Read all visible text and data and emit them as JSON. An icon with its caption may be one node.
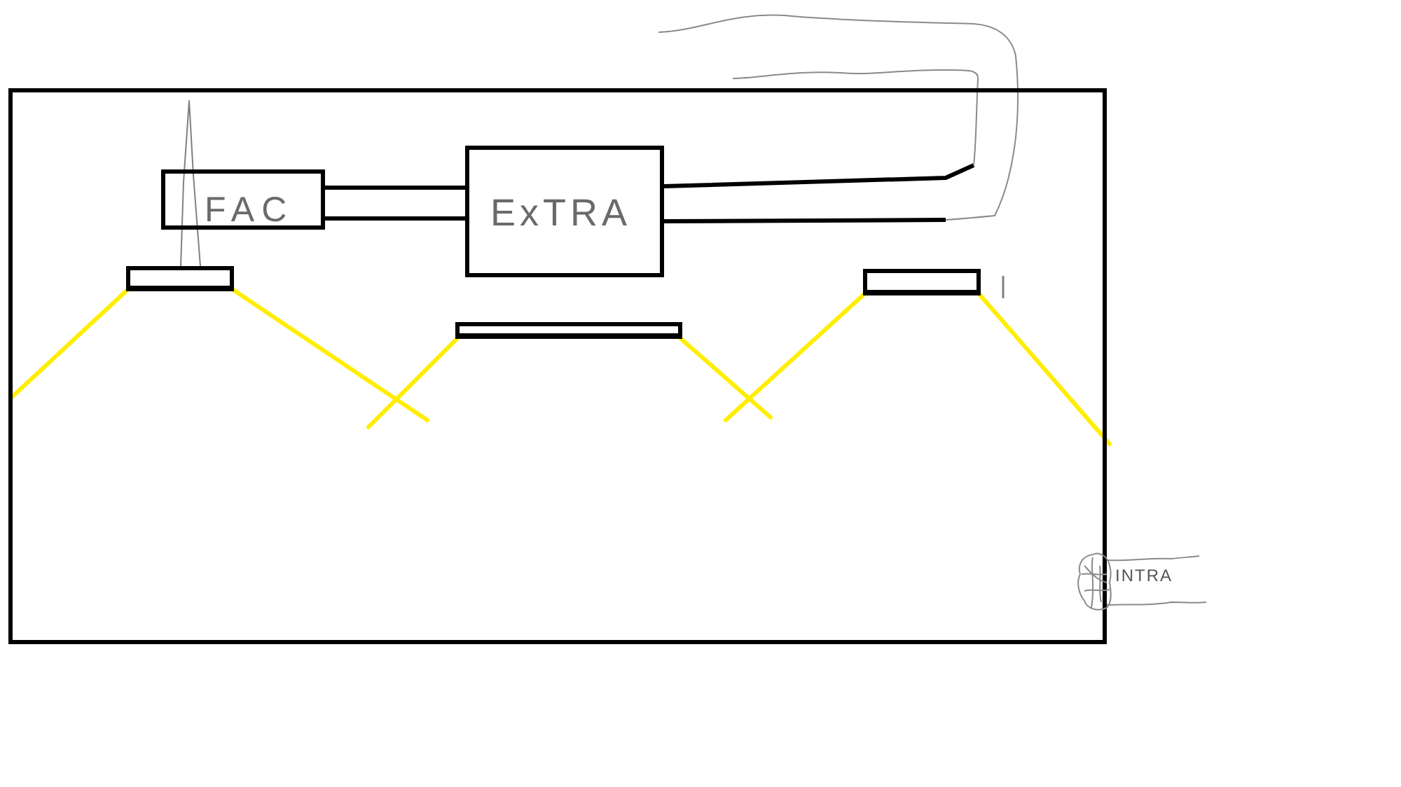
{
  "diagram": {
    "nodes": [
      {
        "text": [],
        "shape": "box"
      },
      {
        "text": [
          "FAC"
        ],
        "in": 0
      },
      {
        "text": [
          "ExTRA"
        ],
        "in": 0
      },
      {
        "text": [],
        "shape": "bar",
        "in": 0
      },
      {
        "text": [],
        "shape": "bar",
        "in": 0
      },
      {
        "text": [],
        "shape": "bar",
        "in": 0
      },
      {
        "text": [
          "INTRA"
        ]
      }
    ],
    "edges": [
      {
        "from": 1,
        "to": 2,
        "arrow": "none",
        "style": "thick"
      },
      {
        "from": 1,
        "to": 2,
        "arrow": "none",
        "style": "thick"
      },
      {
        "from": 2,
        "to": null,
        "arrow": "none",
        "color": "#8a8a8a"
      },
      {
        "from": 2,
        "to": null,
        "arrow": "none",
        "color": "#8a8a8a"
      },
      {
        "from": 3,
        "to": null,
        "arrow": "none",
        "color": "#808080"
      }
    ]
  }
}
